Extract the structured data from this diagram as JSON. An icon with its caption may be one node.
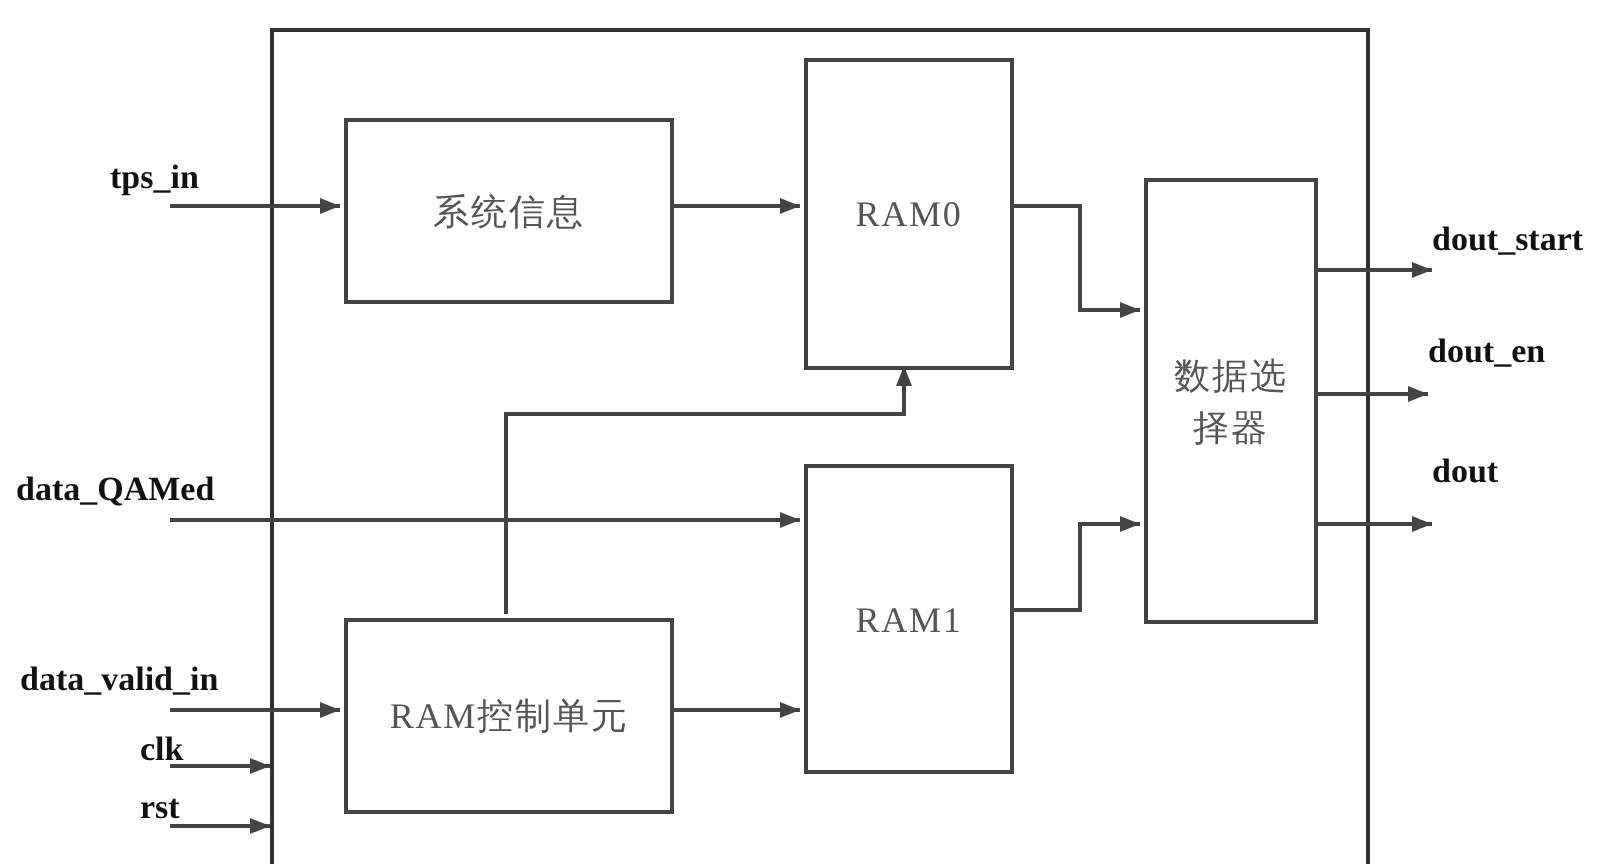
{
  "diagram": {
    "nodes": [
      {
        "text": [],
        "shape": "box"
      },
      {
        "text": [
          "系统信息"
        ],
        "in": 0
      },
      {
        "text": [
          "RAM0"
        ],
        "in": 0
      },
      {
        "text": [
          "RAM1"
        ],
        "in": 0
      },
      {
        "text": [
          "RAM控制单元"
        ],
        "in": 0
      },
      {
        "text": [
          "数据选择器"
        ],
        "in": 0
      },
      {
        "text": [
          "tps_in"
        ]
      },
      {
        "text": [
          "data_QAMed"
        ]
      },
      {
        "text": [
          "data_valid_in"
        ]
      },
      {
        "text": [
          "clk"
        ]
      },
      {
        "text": [
          "rst"
        ]
      },
      {
        "text": [
          "dout_start"
        ]
      },
      {
        "text": [
          "dout_en"
        ]
      },
      {
        "text": [
          "dout"
        ]
      }
    ],
    "edges": [
      {
        "from": 6,
        "to": 1,
        "arrow": "to"
      },
      {
        "from": 1,
        "to": 2,
        "arrow": "to"
      },
      {
        "from": 2,
        "to": 5,
        "arrow": "to"
      },
      {
        "from": 7,
        "to": 3,
        "arrow": "to"
      },
      {
        "from": 3,
        "to": 5,
        "arrow": "to"
      },
      {
        "from": 8,
        "to": 4,
        "arrow": "to"
      },
      {
        "from": 4,
        "to": 3,
        "arrow": "to"
      },
      {
        "from": 4,
        "to": 2,
        "arrow": "to"
      },
      {
        "from": 9,
        "to": 0,
        "arrow": "to"
      },
      {
        "from": 10,
        "to": 0,
        "arrow": "to"
      },
      {
        "from": 5,
        "to": 11,
        "arrow": "to"
      },
      {
        "from": 5,
        "to": 12,
        "arrow": "to"
      },
      {
        "from": 5,
        "to": 13,
        "arrow": "to"
      }
    ]
  }
}
